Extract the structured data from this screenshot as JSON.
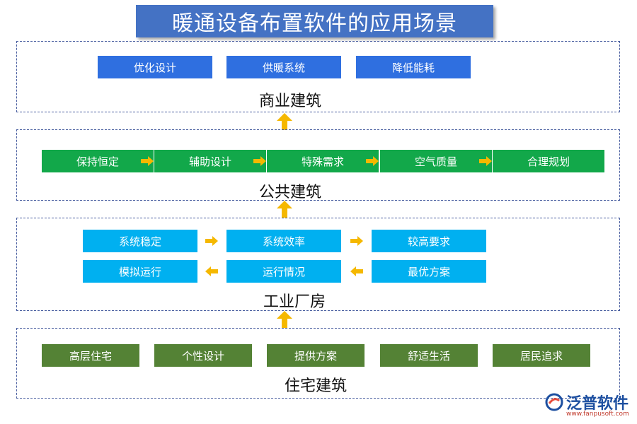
{
  "title": "暖通设备布置软件的应用场景",
  "sections": {
    "commercial": {
      "label": "商业建筑",
      "items": [
        "优化设计",
        "供暖系统",
        "降低能耗"
      ]
    },
    "public": {
      "label": "公共建筑",
      "items": [
        "保持恒定",
        "辅助设计",
        "特殊需求",
        "空气质量",
        "合理规划"
      ]
    },
    "industrial": {
      "label": "工业厂房",
      "row1": [
        "系统稳定",
        "系统效率",
        "较高要求"
      ],
      "row2": [
        "模拟运行",
        "运行情况",
        "最优方案"
      ]
    },
    "residential": {
      "label": "住宅建筑",
      "items": [
        "高层住宅",
        "个性设计",
        "提供方案",
        "舒适生活",
        "居民追求"
      ]
    }
  },
  "logo": {
    "name": "泛普软件",
    "url": "www.fanpusoft.com"
  },
  "colors": {
    "title_bg": "#4472c4",
    "commercial_box": "#2f6fe0",
    "public_box": "#12a84a",
    "industrial_box": "#00b0f0",
    "residential_box": "#548235",
    "arrow": "#f5b800"
  }
}
